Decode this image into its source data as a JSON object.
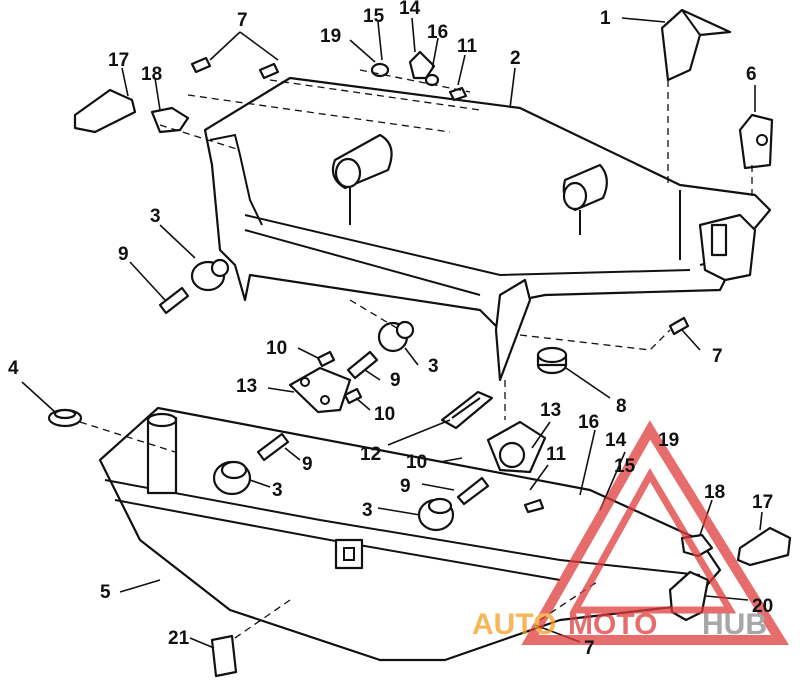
{
  "callouts": {
    "n1": "1",
    "n2": "2",
    "n3a": "3",
    "n3b": "3",
    "n3c": "3",
    "n3d": "3",
    "n4": "4",
    "n5": "5",
    "n6": "6",
    "n7a": "7",
    "n7b": "7",
    "n7c": "7",
    "n8": "8",
    "n9a": "9",
    "n9b": "9",
    "n9c": "9",
    "n9d": "9",
    "n10a": "10",
    "n10b": "10",
    "n10c": "10",
    "n11a": "11",
    "n11b": "11",
    "n12": "12",
    "n13a": "13",
    "n13b": "13",
    "n14a": "14",
    "n14b": "14",
    "n15a": "15",
    "n15b": "15",
    "n16a": "16",
    "n16b": "16",
    "n17a": "17",
    "n17b": "17",
    "n18a": "18",
    "n18b": "18",
    "n19a": "19",
    "n19b": "19",
    "n20": "20",
    "n21": "21"
  },
  "watermark": {
    "part1": "AUTO",
    "part2": "MOTO",
    "part3": "HUB"
  },
  "colors": {
    "watermark_red": "#e03c3c",
    "watermark_orange": "#f5a020",
    "watermark_grey": "#8a8a8a"
  }
}
